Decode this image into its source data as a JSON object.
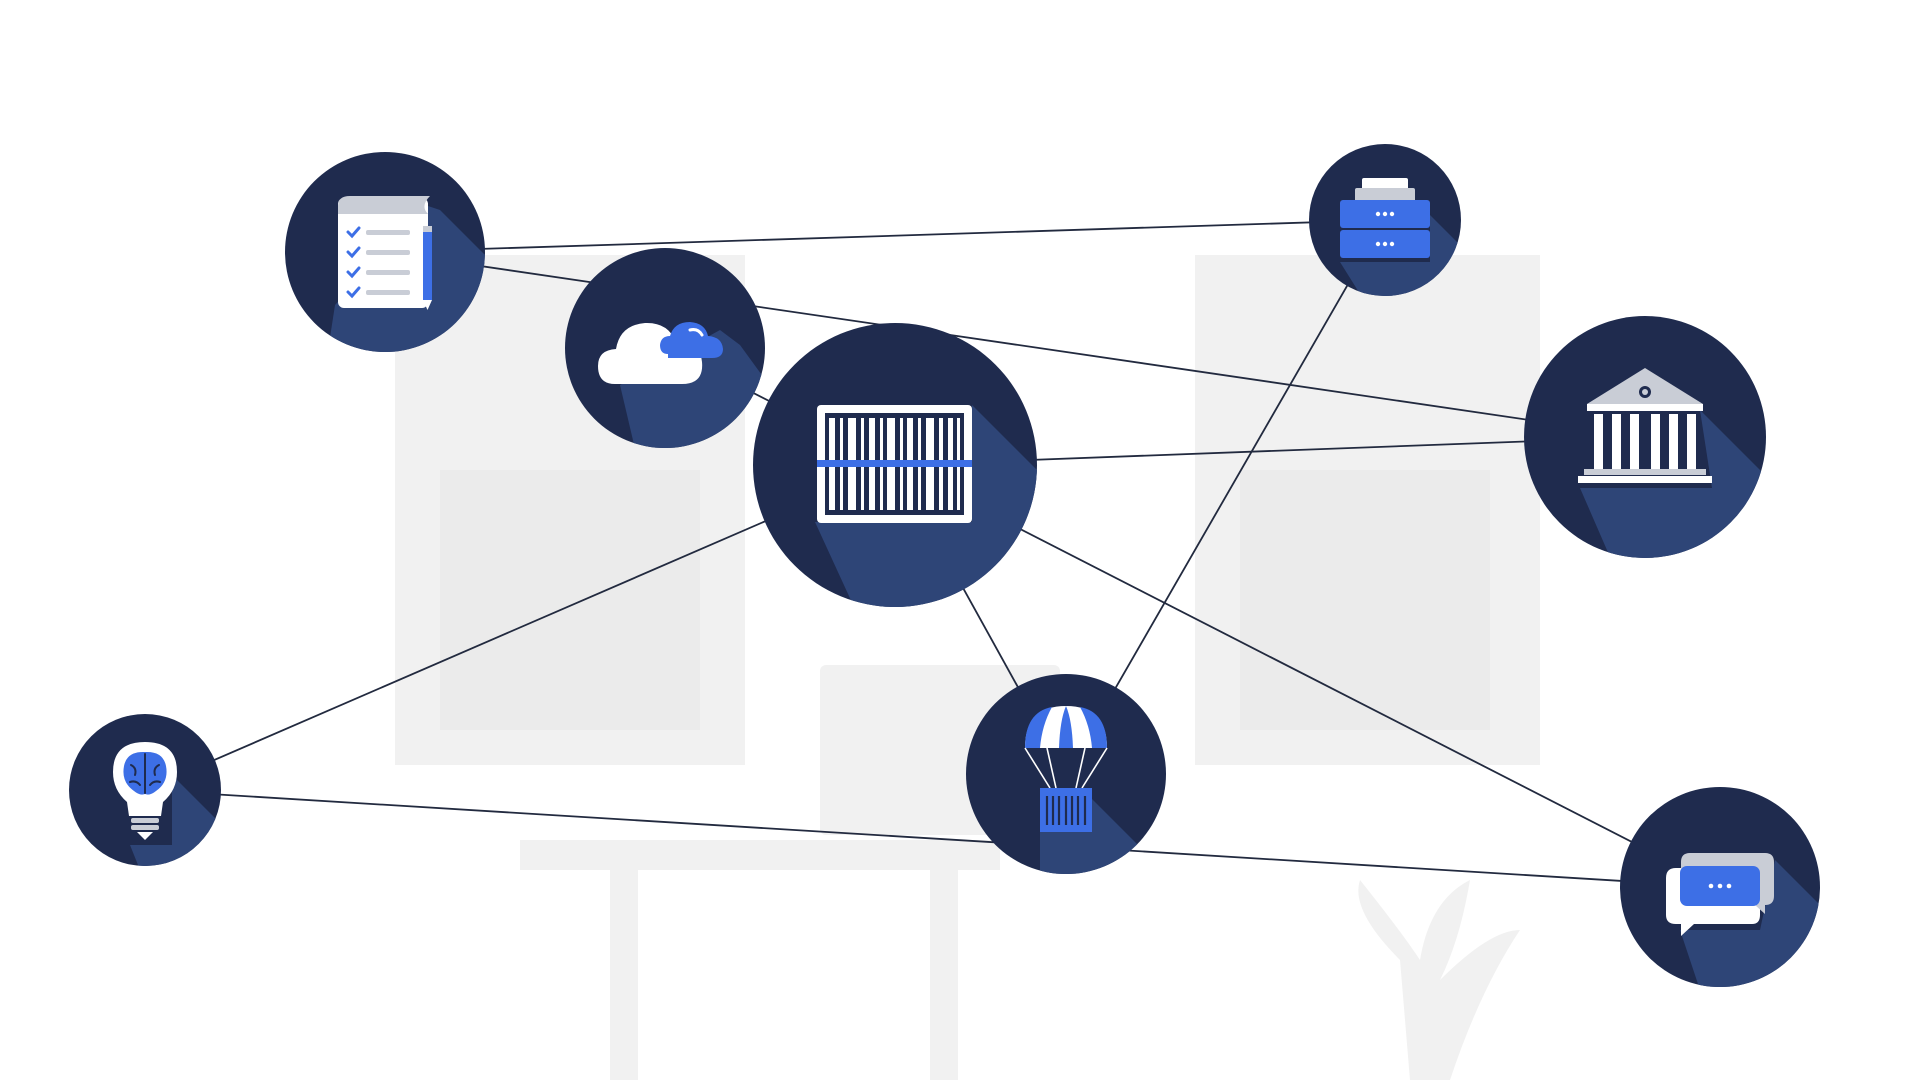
{
  "diagram": {
    "colors": {
      "node_fill": "#1f2b4e",
      "node_shadow": "#2e4577",
      "edge": "#222a3f",
      "accent_blue": "#3d6fe6",
      "icon_white": "#ffffff",
      "icon_gray": "#c9cdd6",
      "backdrop": "#f1f1f1"
    },
    "nodes": [
      {
        "id": "checklist",
        "icon": "checklist-document-icon"
      },
      {
        "id": "cloud",
        "icon": "cloud-icon"
      },
      {
        "id": "barcode",
        "icon": "barcode-icon"
      },
      {
        "id": "archive",
        "icon": "archive-drawer-icon"
      },
      {
        "id": "bank",
        "icon": "bank-building-icon"
      },
      {
        "id": "idea",
        "icon": "lightbulb-brain-icon"
      },
      {
        "id": "delivery",
        "icon": "parachute-package-icon"
      },
      {
        "id": "chat",
        "icon": "chat-bubbles-icon"
      }
    ],
    "edges": [
      [
        "checklist",
        "archive"
      ],
      [
        "checklist",
        "bank"
      ],
      [
        "cloud",
        "barcode"
      ],
      [
        "barcode",
        "bank"
      ],
      [
        "barcode",
        "idea"
      ],
      [
        "barcode",
        "delivery"
      ],
      [
        "barcode",
        "chat"
      ],
      [
        "archive",
        "delivery"
      ],
      [
        "idea",
        "chat"
      ]
    ]
  }
}
